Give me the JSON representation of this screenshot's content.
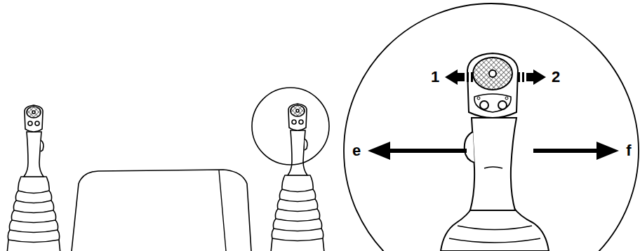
{
  "diagram": {
    "labels": [
      "1",
      "2",
      "e",
      "f"
    ]
  }
}
